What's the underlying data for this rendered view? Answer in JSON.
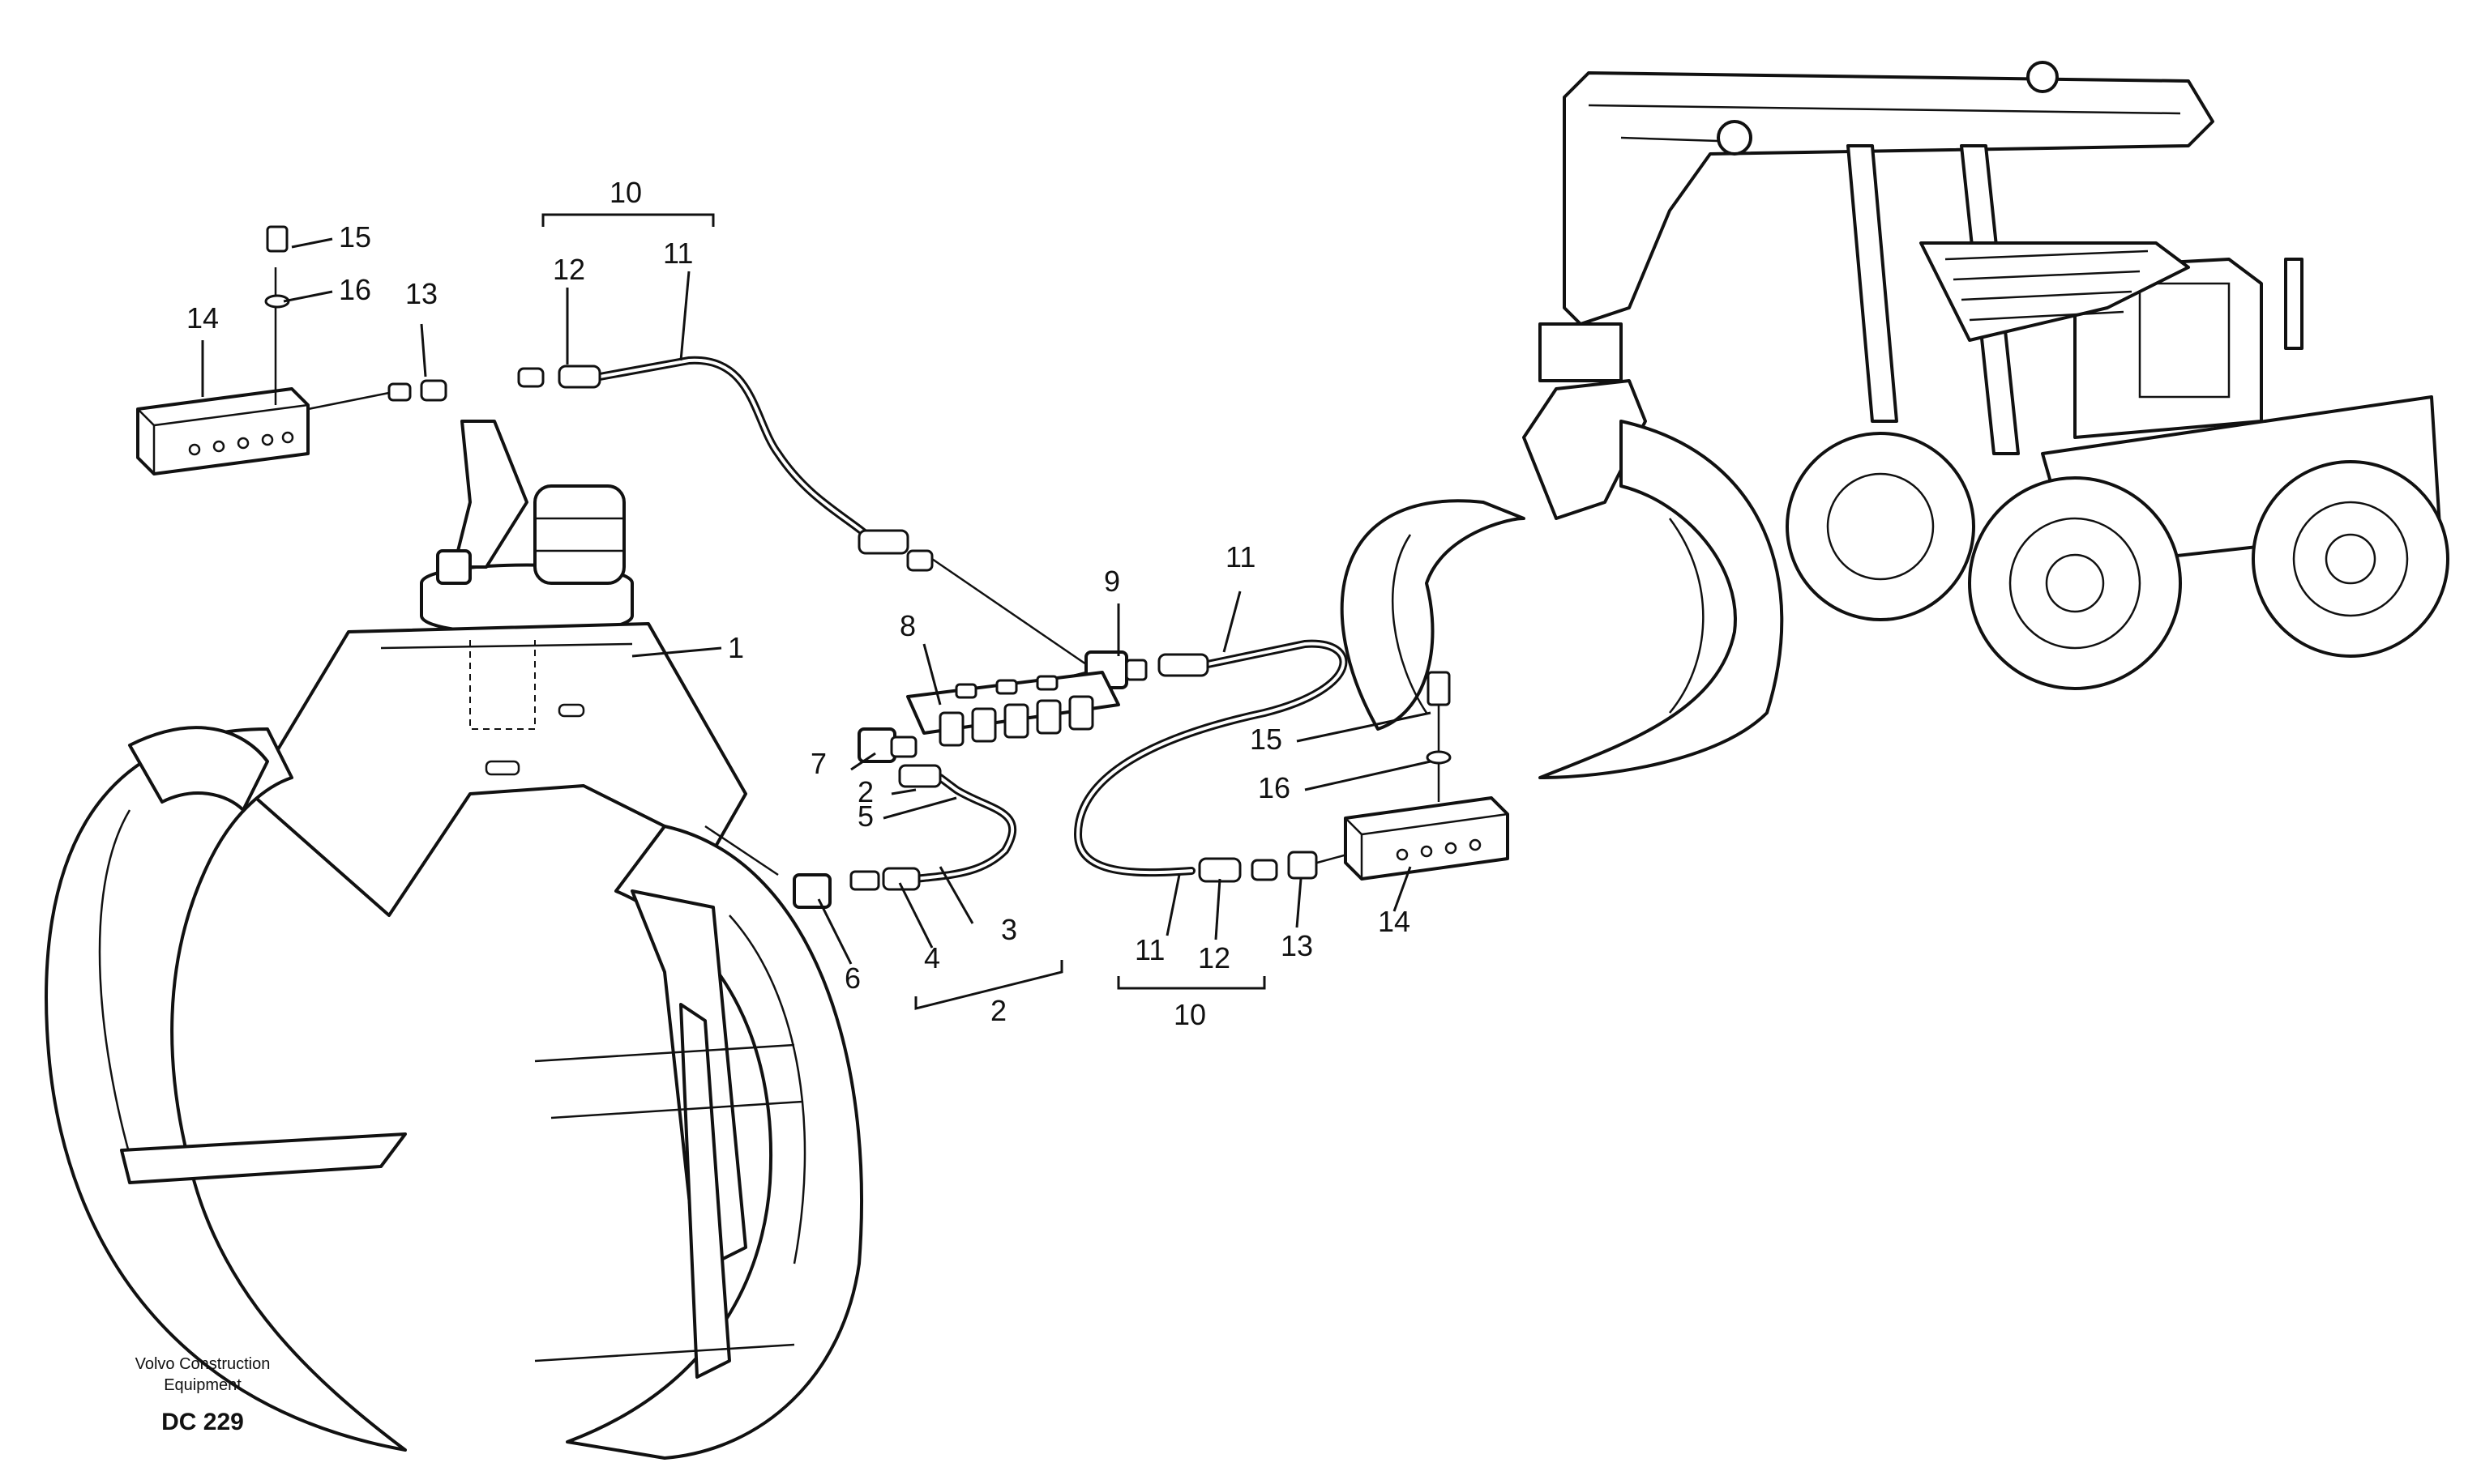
{
  "diagram": {
    "callouts": {
      "c1": "1",
      "c2a": "2",
      "c2b": "2",
      "c3": "3",
      "c4": "4",
      "c5": "5",
      "c6": "6",
      "c7": "7",
      "c8": "8",
      "c9": "9",
      "c10a": "10",
      "c10b": "10",
      "c11a": "11",
      "c11b": "11",
      "c11c": "11",
      "c12a": "12",
      "c12b": "12",
      "c13a": "13",
      "c13b": "13",
      "c14a": "14",
      "c14b": "14",
      "c15a": "15",
      "c15b": "15",
      "c16a": "16",
      "c16b": "16"
    },
    "footer": {
      "brand_line1": "Volvo Construction",
      "brand_line2": "Equipment",
      "code": "DC 229"
    }
  }
}
